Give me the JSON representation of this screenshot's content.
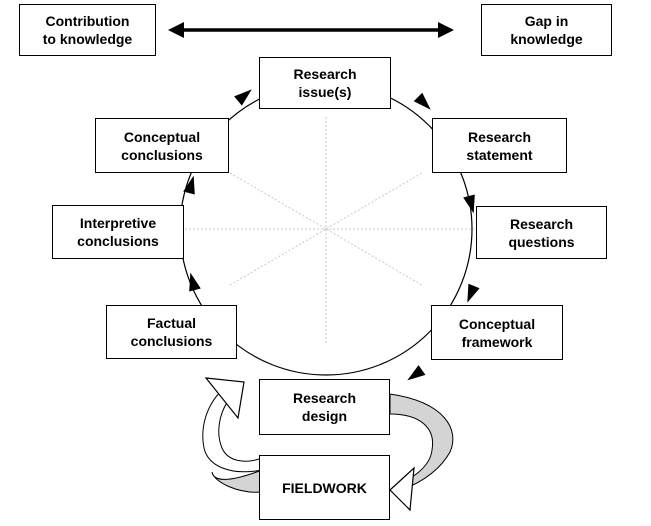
{
  "diagram": {
    "top": {
      "left_box": "Contribution\nto knowledge",
      "right_box": "Gap in\nknowledge"
    },
    "cycle_nodes": {
      "research_issues": "Research\nissue(s)",
      "research_statement": "Research\nstatement",
      "research_questions": "Research\nquestions",
      "conceptual_framework": "Conceptual\nframework",
      "research_design": "Research\ndesign",
      "fieldwork": "FIELDWORK",
      "factual_conclusions": "Factual\nconclusions",
      "interpretive_conclusions": "Interpretive\nconclusions",
      "conceptual_conclusions": "Conceptual\nconclusions"
    },
    "colors": {
      "stroke": "#000000",
      "divider": "#c8c8c8",
      "loop_fill": "#d4d4d4",
      "background": "#ffffff"
    }
  }
}
